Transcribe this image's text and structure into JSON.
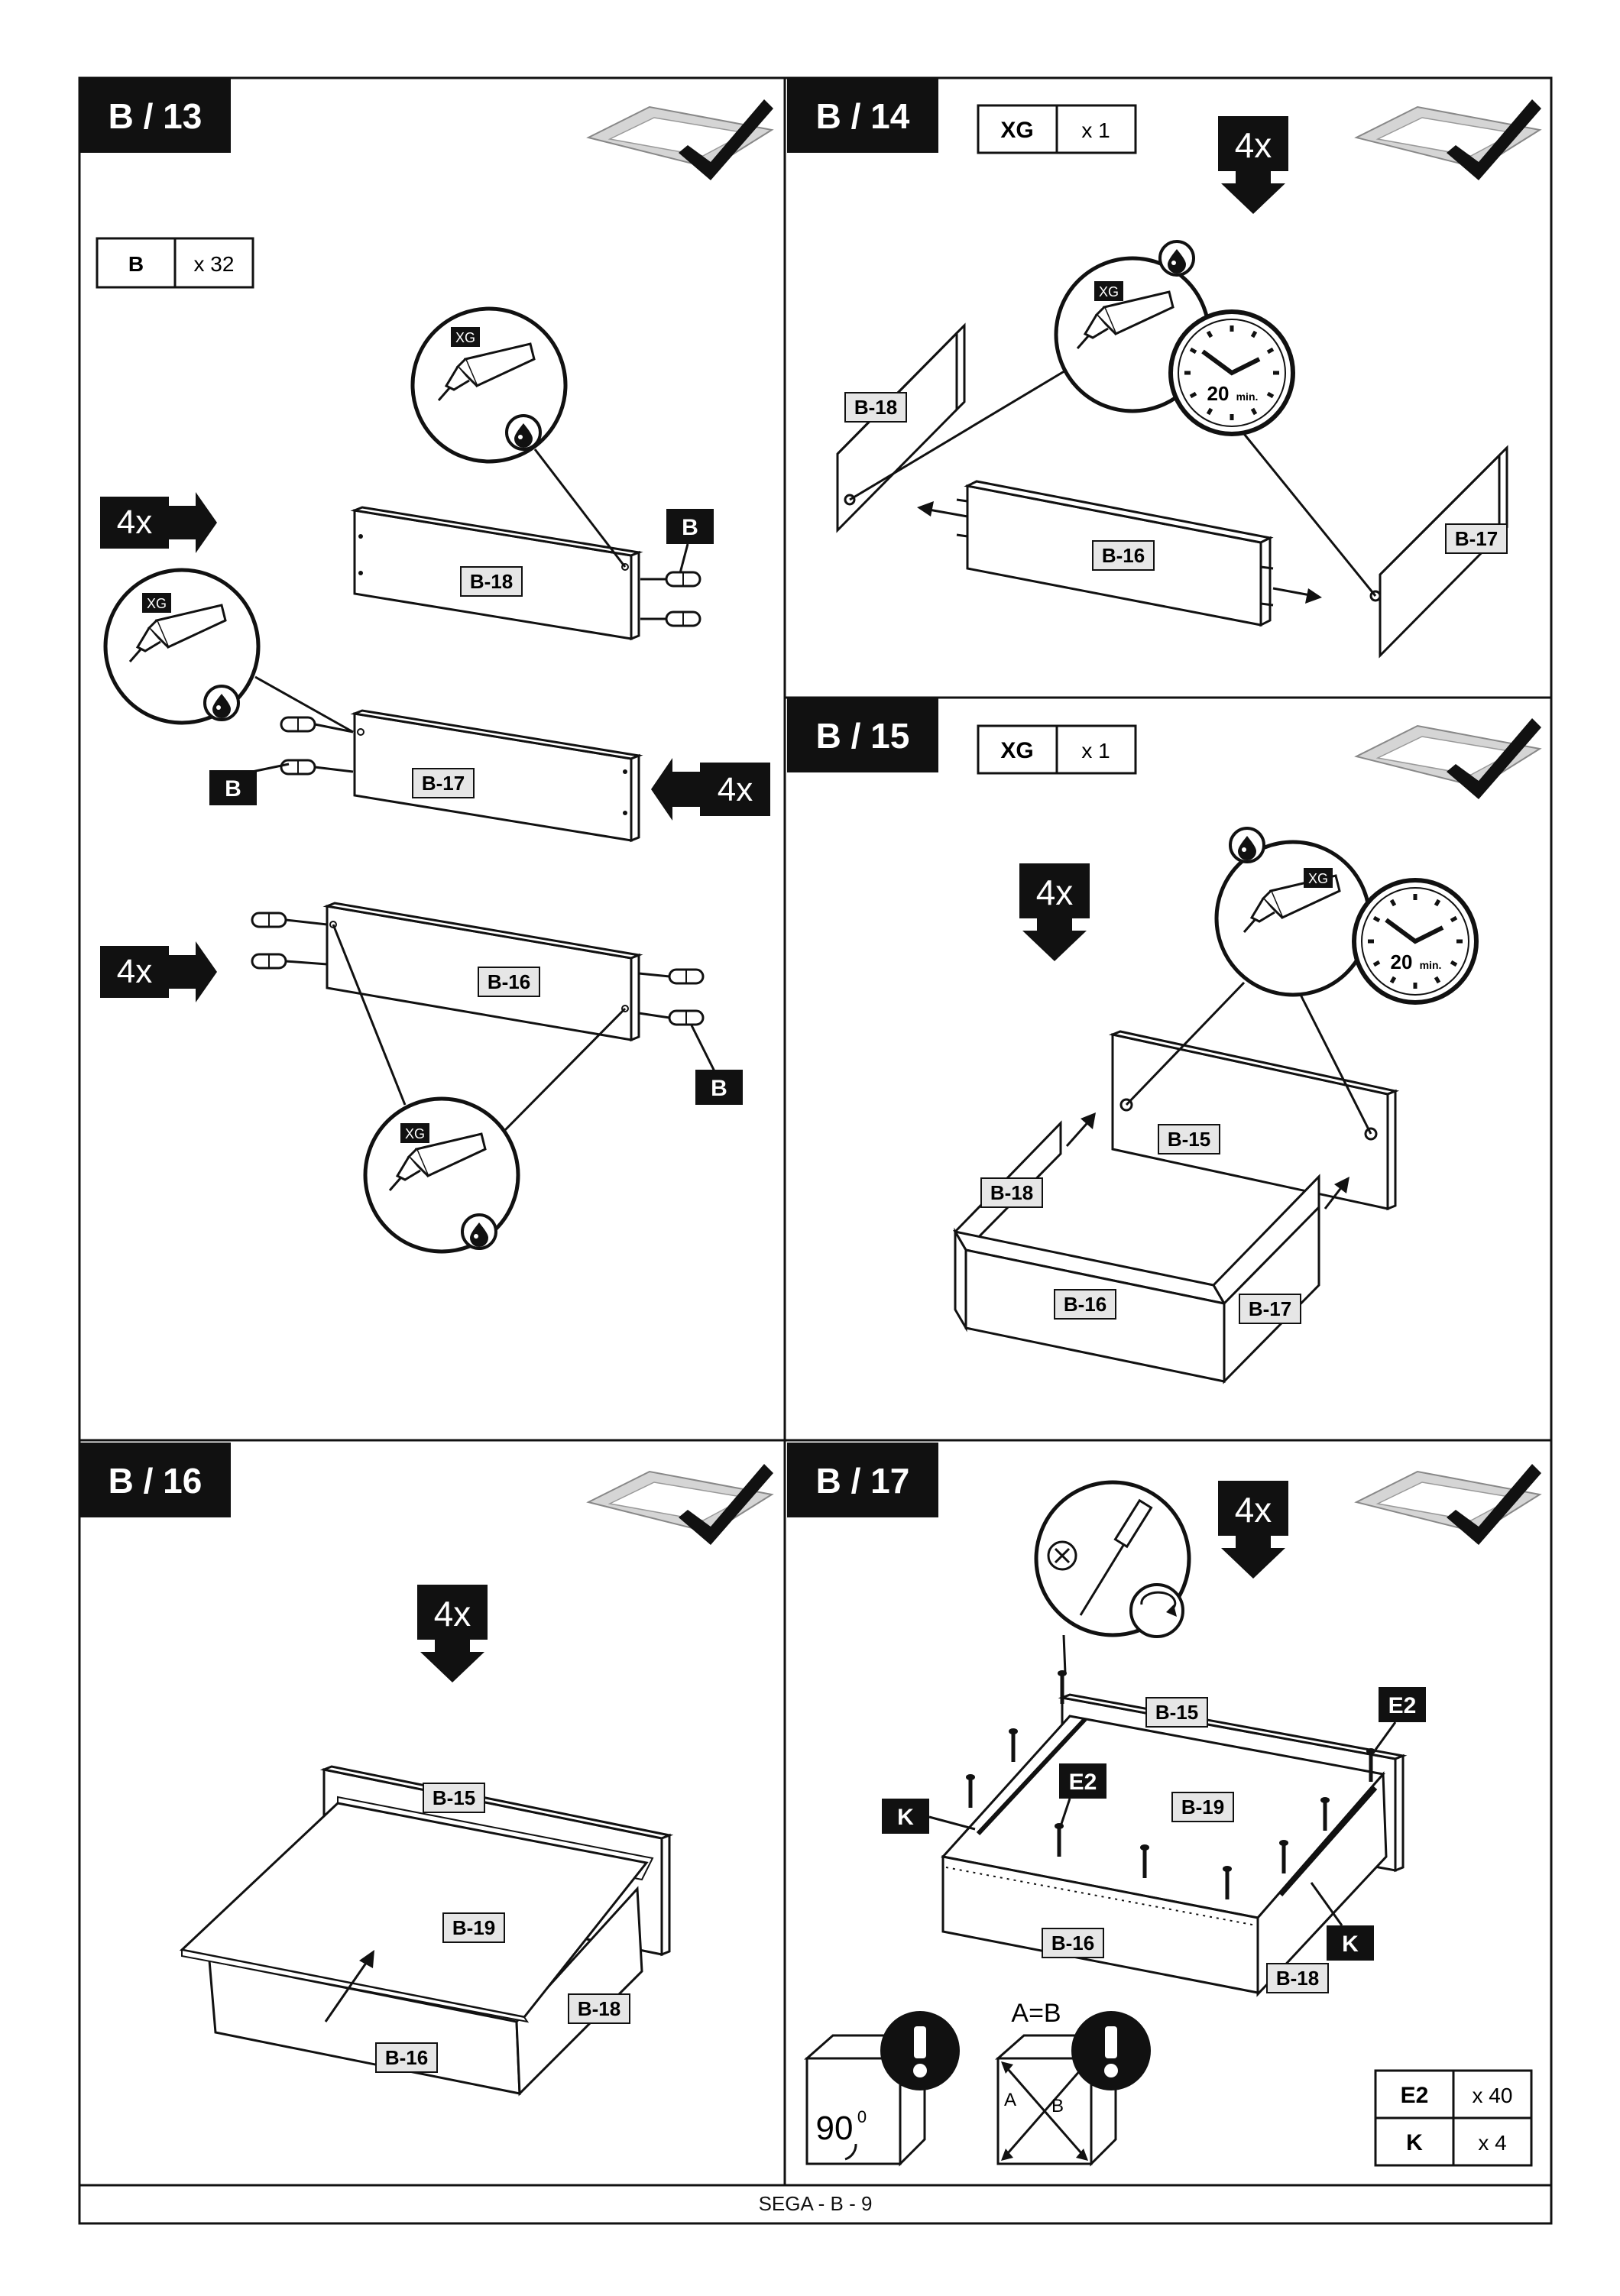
{
  "footer": {
    "text": "SEGA - B - 9"
  },
  "steps": [
    {
      "id": "B / 13",
      "parts_table": [
        {
          "code": "B",
          "qty": "x 32"
        }
      ],
      "arrow_counts": [
        "4x",
        "4x",
        "4x"
      ],
      "panels": [
        "B-18",
        "B-17",
        "B-16"
      ],
      "dowel_label": "B",
      "glue_label": "XG"
    },
    {
      "id": "B / 14",
      "parts_table": [
        {
          "code": "XG",
          "qty": "x 1"
        }
      ],
      "arrow_counts": [
        "4x"
      ],
      "panels": [
        "B-18",
        "B-16",
        "B-17"
      ],
      "glue_label": "XG",
      "timer": "20",
      "timer_unit": "min."
    },
    {
      "id": "B / 15",
      "parts_table": [
        {
          "code": "XG",
          "qty": "x 1"
        }
      ],
      "arrow_counts": [
        "4x"
      ],
      "panels": [
        "B-15",
        "B-18",
        "B-16",
        "B-17"
      ],
      "glue_label": "XG",
      "timer": "20",
      "timer_unit": "min."
    },
    {
      "id": "B / 16",
      "arrow_counts": [
        "4x"
      ],
      "panels": [
        "B-15",
        "B-19",
        "B-18",
        "B-16"
      ]
    },
    {
      "id": "B / 17",
      "arrow_counts": [
        "4x"
      ],
      "panels": [
        "B-15",
        "B-19",
        "B-16",
        "B-18"
      ],
      "callouts": [
        "E2",
        "E2",
        "K",
        "K"
      ],
      "parts_table": [
        {
          "code": "E2",
          "qty": "x 40"
        },
        {
          "code": "K",
          "qty": "x 4"
        }
      ],
      "warning_angle": "90",
      "warning_angle_sup": "0",
      "warning_diag": "A=B",
      "diag_a": "A",
      "diag_b": "B"
    }
  ]
}
